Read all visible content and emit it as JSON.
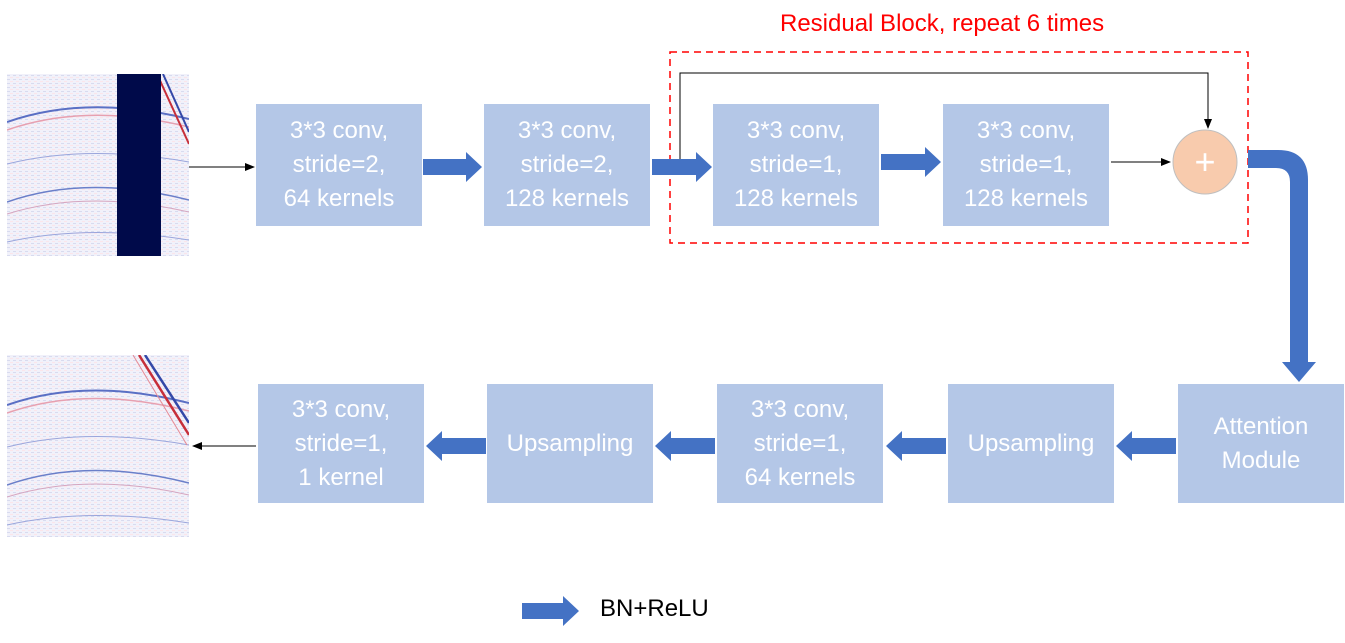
{
  "title": "Residual Block, repeat 6 times",
  "blocks": {
    "conv1": [
      "3*3 conv,",
      "stride=2,",
      "64 kernels"
    ],
    "conv2": [
      "3*3 conv,",
      "stride=2,",
      "128 kernels"
    ],
    "res1": [
      "3*3 conv,",
      "stride=1,",
      "128 kernels"
    ],
    "res2": [
      "3*3 conv,",
      "stride=1,",
      "128 kernels"
    ],
    "attention": [
      "Attention",
      "Module"
    ],
    "up1": [
      "Upsampling"
    ],
    "conv3": [
      "3*3 conv,",
      "stride=1,",
      "64 kernels"
    ],
    "up2": [
      "Upsampling"
    ],
    "conv4": [
      "3*3 conv,",
      "stride=1,",
      "1 kernel"
    ]
  },
  "sum_symbol": "+",
  "legend": {
    "label": "BN+ReLU"
  },
  "colors": {
    "block": "#b4c7e7",
    "block_text": "#ffffff",
    "arrow": "#4472c4",
    "residual_border": "#ff0000",
    "sum_node": "#f8cbad"
  }
}
